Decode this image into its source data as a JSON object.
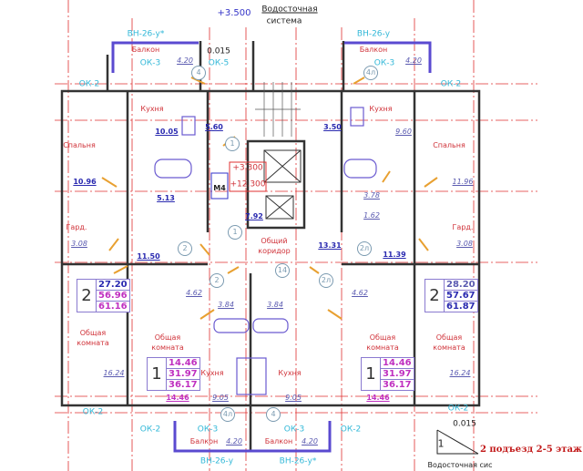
{
  "title": "2 подъезд 2-5 этаж",
  "elevation_top": "+3.500",
  "drain": {
    "line1": "Водосточная",
    "line2": "система",
    "bottom": "Водосточная сис",
    "slope_top": "0.015",
    "slope_bottom": "0.015",
    "mark": "1"
  },
  "lift_marks": {
    "m4": "M4",
    "low": "+3.300",
    "high": "+12.300"
  },
  "rooms": {
    "balcony": "Балкон",
    "kitchen": "Кухня",
    "bedroom": "Спальня",
    "wardrobe": "Гард.",
    "living1": "Общая",
    "living2": "комната",
    "corridor1": "Общий",
    "corridor2": "коридор"
  },
  "marks": {
    "vn_star": "ВН-26-у*",
    "vn": "ВН-26-у",
    "ok2": "ОК-2",
    "ok3": "ОК-3",
    "ok5": "ОК-5"
  },
  "areas": {
    "bal": "4.20",
    "k_tl": "10.05",
    "hall_tl": "5.60",
    "hall_tr": "3.50",
    "k_tr": "9.60",
    "bed_l": "10.96",
    "bed_r": "11.96",
    "bath_l": "5.13",
    "bath_r": "3.78",
    "wc_r": "1.62",
    "lobby": "7.92",
    "gard": "3.08",
    "corr_r": "13.31",
    "corr_l": "11.50",
    "corr_r2": "11.39",
    "hall_b": "4.62",
    "bath_b": "3.84",
    "liv_out": "16.24",
    "liv_in": "14.46",
    "k_b": "9.05"
  },
  "circles": {
    "c1": "1",
    "c2": "2",
    "c2l": "2л",
    "c4": "4",
    "c4l": "4л",
    "c14": "14"
  },
  "apartments": [
    {
      "rooms": "2",
      "living": "27.20",
      "total": "56.96",
      "total_b": "61.16",
      "color": "#c030c0"
    },
    {
      "rooms": "2",
      "living": "28.20",
      "total": "57.67",
      "total_b": "61.87",
      "color": "#2a2ab0"
    },
    {
      "rooms": "1",
      "living": "14.46",
      "total": "31.97",
      "total_b": "36.17",
      "color": "#c030c0"
    },
    {
      "rooms": "1",
      "living": "14.46",
      "total": "31.97",
      "total_b": "36.17",
      "color": "#c030c0"
    }
  ]
}
